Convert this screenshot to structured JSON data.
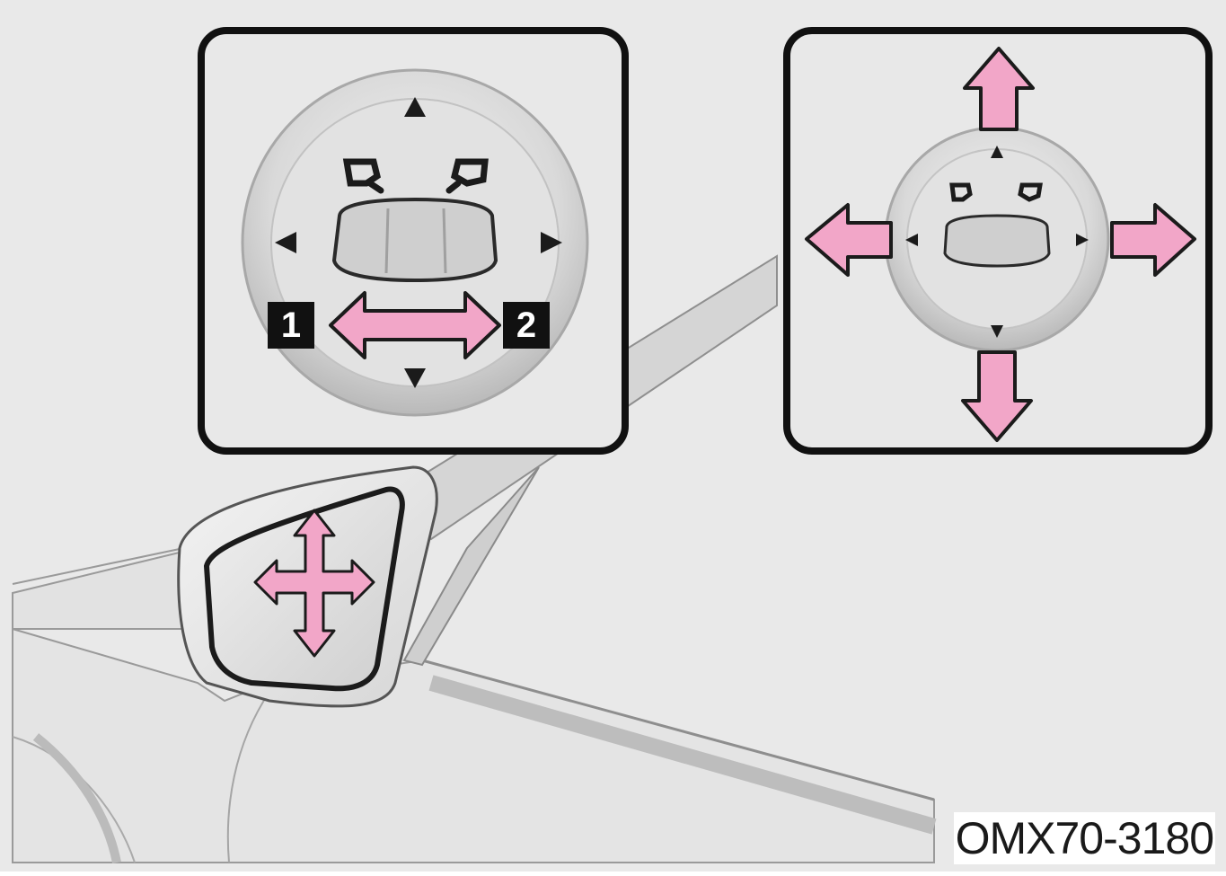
{
  "figure": {
    "code": "OMX70-3180",
    "callouts": [
      "1",
      "2"
    ]
  },
  "colors": {
    "background": "#e9e9e9",
    "line": "#1b1b1b",
    "arrow_fill": "#f2a6c8",
    "switch_base": "#d7d7d7"
  },
  "icons": {
    "left_mirror": "left-mirror-icon",
    "right_mirror": "right-mirror-icon",
    "arrow_up": "arrow-up-icon",
    "arrow_down": "arrow-down-icon",
    "arrow_left": "arrow-left-icon",
    "arrow_right": "arrow-right-icon",
    "select_arrow": "double-arrow-icon",
    "mirror_move": "four-way-arrow-icon"
  }
}
